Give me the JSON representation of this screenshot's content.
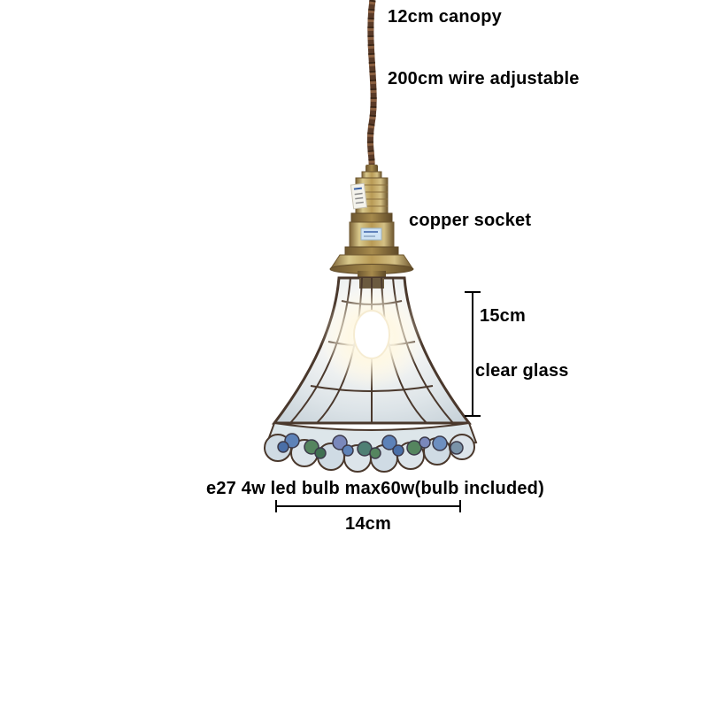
{
  "annotations": {
    "canopy": "12cm canopy",
    "wire": "200cm wire adjustable",
    "socket": "copper socket",
    "height": "15cm",
    "glass": "clear glass",
    "bulb": "e27 4w led bulb max60w(bulb included)",
    "width": "14cm"
  },
  "colors": {
    "background": "#ffffff",
    "text": "#000000",
    "wire_brown": "#5a3b28",
    "brass": "#b89a55",
    "glass_tint": "#dde4e8",
    "lead_line": "#4a382c",
    "flower_blue": "#5d82b8",
    "flower_green": "#55855f",
    "flower_purple": "#7a88bb"
  }
}
